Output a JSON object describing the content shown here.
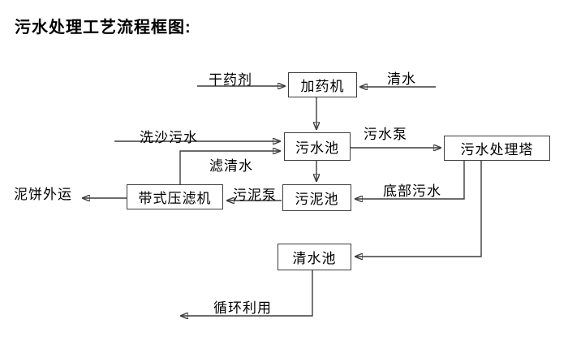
{
  "title": "污水处理工艺流程框图:",
  "nodes": {
    "dosing_machine": {
      "label": "加药机"
    },
    "sewage_pool": {
      "label": "污水池"
    },
    "treatment_tower": {
      "label": "污水处理塔"
    },
    "sludge_pool": {
      "label": "污泥池"
    },
    "belt_filter_press": {
      "label": "带式压滤机"
    },
    "clear_water_pool": {
      "label": "清水池"
    }
  },
  "edge_labels": {
    "dry_agent": "干药剂",
    "clear_water": "清水",
    "sand_wash_sewage": "洗沙污水",
    "filtered_water": "滤清水",
    "sewage_pump": "污水泵",
    "bottom_sewage": "底部污水",
    "sludge_pump": "污泥泵",
    "mud_cake_out": "泥饼外运",
    "recycle_use": "循环利用"
  },
  "flows": [
    {
      "from": "external",
      "to": "dosing_machine",
      "label": "干药剂"
    },
    {
      "from": "external",
      "to": "dosing_machine",
      "label": "清水"
    },
    {
      "from": "dosing_machine",
      "to": "sewage_pool",
      "label": ""
    },
    {
      "from": "external",
      "to": "sewage_pool",
      "label": "洗沙污水"
    },
    {
      "from": "belt_filter_press",
      "to": "sewage_pool",
      "label": "滤清水"
    },
    {
      "from": "sewage_pool",
      "to": "treatment_tower",
      "label": "污水泵"
    },
    {
      "from": "treatment_tower",
      "to": "sludge_pool",
      "label": "底部污水"
    },
    {
      "from": "treatment_tower",
      "to": "clear_water_pool",
      "label": ""
    },
    {
      "from": "sewage_pool",
      "to": "sludge_pool",
      "label": ""
    },
    {
      "from": "sludge_pool",
      "to": "belt_filter_press",
      "label": "污泥泵"
    },
    {
      "from": "belt_filter_press",
      "to": "external",
      "label": "泥饼外运"
    },
    {
      "from": "clear_water_pool",
      "to": "external",
      "label": "循环利用"
    }
  ],
  "colors": {
    "line": "#3d3d3d",
    "text": "#000000",
    "background": "#ffffff"
  }
}
